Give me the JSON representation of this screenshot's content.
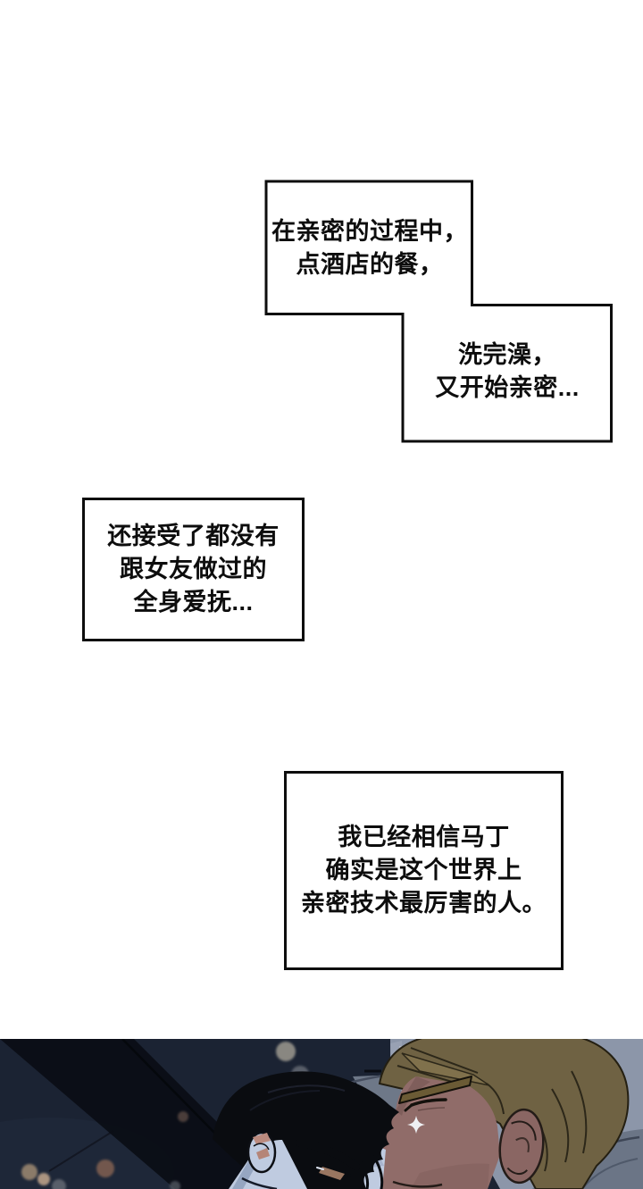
{
  "page": {
    "type": "manhwa-comic-page",
    "background": "#ffffff"
  },
  "bubbles": {
    "bubble1": {
      "lines": [
        "在亲密的过程中，",
        "点酒店的餐，"
      ]
    },
    "bubble2": {
      "lines": [
        "洗完澡，",
        "又开始亲密..."
      ]
    },
    "bubble3": {
      "lines": [
        "还接受了都没有",
        "跟女友做过的",
        "全身爱抚..."
      ]
    },
    "bubble4": {
      "lines": [
        "我已经相信马丁",
        "确实是这个世界上",
        "亲密技术最厉害的人。"
      ]
    }
  },
  "illustration": {
    "description": "dark bedroom scene: black-haired man nuzzling face of sleeping blond man on grey pillow, warm bokeh lights at left, white sparkle near blond man's closed eye",
    "palette": {
      "background_navy": "#1b2333",
      "corner_glow": "#242c3e",
      "shadow_band": "#0a0d15",
      "pillow": "#8c96a9",
      "pillow_light": "#b7bdca",
      "pillow_mid": "#98a1b3",
      "pillow_shadow": "#6e7888",
      "bedding": "#6b7586",
      "black_hair": "#0a0c10",
      "pale_skin": "#bfcbe0",
      "pale_skin_shadow": "#93a1bd",
      "tan_skin": "#906c69",
      "tan_skin_shadow": "#7a5957",
      "blond_hair": "#6f6243",
      "blond_hair_light": "#80714c",
      "brow_olive": "#6b5b35",
      "ear_inner_pink": "#bb8a7e",
      "sparkle_white": "#eef0f3",
      "bokeh_warm": "#a0756a",
      "bokeh_beige": "#b29a84",
      "bokeh_brown": "#7b5d4f",
      "bokeh_gray": "#686d75"
    }
  }
}
